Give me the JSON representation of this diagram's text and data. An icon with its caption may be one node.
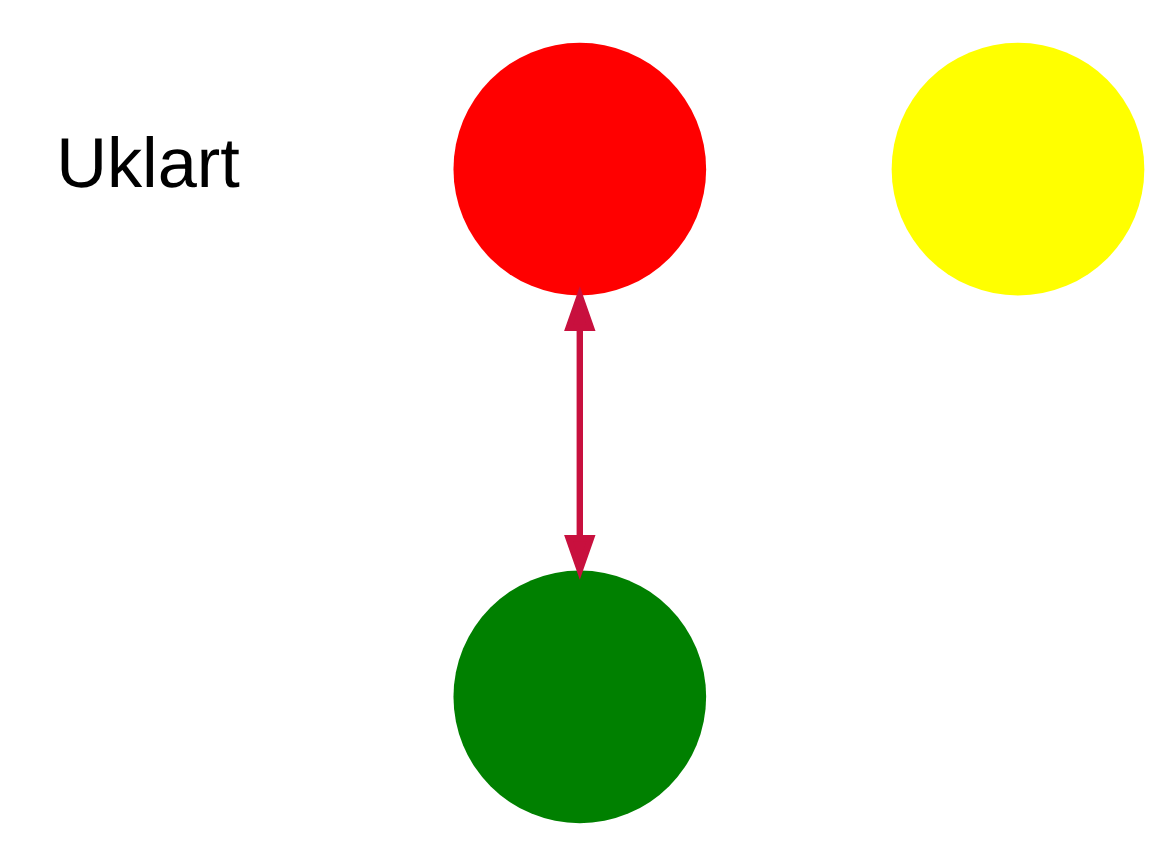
{
  "diagram": {
    "nodes": [
      {
        "text": [],
        "shape": "circle"
      },
      {
        "text": [],
        "shape": "circle"
      },
      {
        "text": [],
        "shape": "circle"
      }
    ],
    "edges": [
      {
        "from": 0,
        "to": 2,
        "arrow": "both",
        "color": "#c8103e"
      }
    ],
    "labels": [
      "Uklart"
    ]
  }
}
